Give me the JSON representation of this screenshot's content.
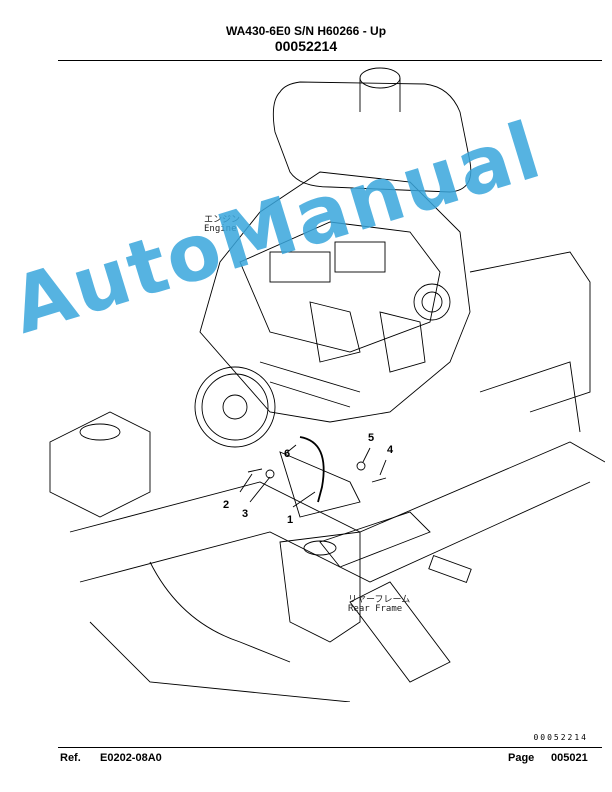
{
  "header": {
    "title": "WA430-6E0 S/N H60266 - Up",
    "code": "00052214"
  },
  "drawing": {
    "engine_jp": "エンジン",
    "engine_en": "Engine",
    "rear_frame_jp": "リヤーフレーム",
    "rear_frame_en": "Rear Frame",
    "callouts": [
      "1",
      "2",
      "3",
      "4",
      "5",
      "6"
    ],
    "doc_number": "00052214"
  },
  "watermark": "AutoManual",
  "footer": {
    "ref_label": "Ref.",
    "ref_value": "E0202-08A0",
    "page_label": "Page",
    "page_value": "005021"
  }
}
